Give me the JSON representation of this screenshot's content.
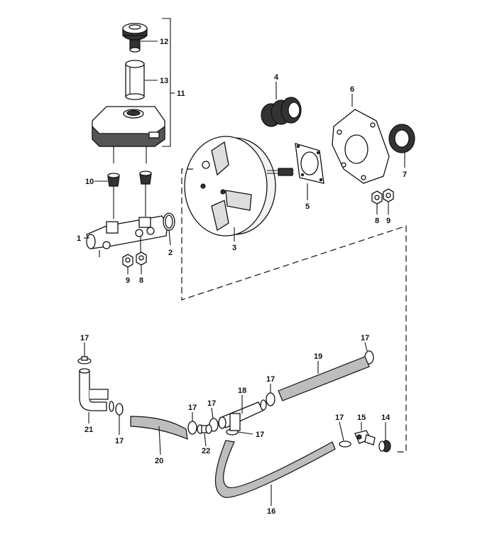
{
  "diagram": {
    "callouts": {
      "c1": "1",
      "c2": "2",
      "c3": "3",
      "c4": "4",
      "c5": "5",
      "c6": "6",
      "c7": "7",
      "c8a": "8",
      "c8b": "8",
      "c9a": "9",
      "c9b": "9",
      "c10": "10",
      "c11": "11",
      "c12": "12",
      "c13": "13",
      "c14": "14",
      "c15": "15",
      "c16": "16",
      "c17a": "17",
      "c17b": "17",
      "c17c": "17",
      "c17d": "17",
      "c17e": "17",
      "c17f": "17",
      "c17g": "17",
      "c17h": "17",
      "c18": "18",
      "c19": "19",
      "c20": "20",
      "c21": "21",
      "c22": "22"
    }
  }
}
